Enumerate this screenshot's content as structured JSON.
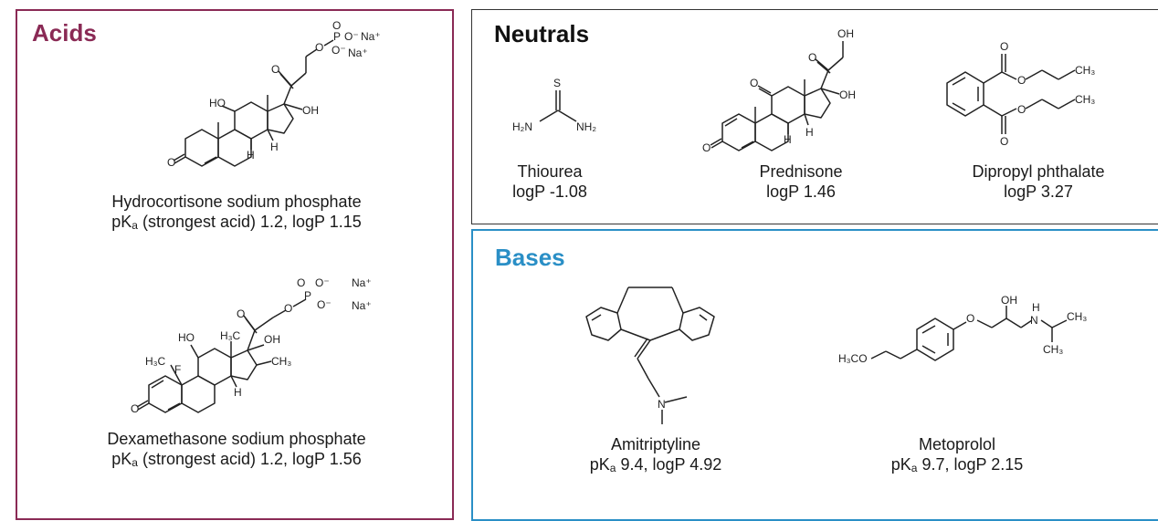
{
  "acids": {
    "title": "Acids",
    "color": "#8a2a55",
    "compounds": [
      {
        "name": "Hydrocortisone sodium phosphate",
        "pka_label": "pK",
        "pka_sub": "a",
        "pka_text": " (strongest acid) 1.2,  logP 1.15",
        "pka": 1.2,
        "logp": 1.15
      },
      {
        "name": "Dexamethasone sodium phosphate",
        "pka_label": "pK",
        "pka_sub": "a",
        "pka_text": " (strongest acid) 1.2,  logP 1.56",
        "pka": 1.2,
        "logp": 1.56
      }
    ]
  },
  "neutrals": {
    "title": "Neutrals",
    "color": "#111111",
    "compounds": [
      {
        "name": "Thiourea",
        "logp_text": "logP -1.08",
        "logp": -1.08
      },
      {
        "name": "Prednisone",
        "logp_text": "logP 1.46",
        "logp": 1.46
      },
      {
        "name": "Dipropyl phthalate",
        "logp_text": "logP 3.27",
        "logp": 3.27
      }
    ]
  },
  "bases": {
    "title": "Bases",
    "color": "#2a8fc6",
    "compounds": [
      {
        "name": "Amitriptyline",
        "pka_label": "pK",
        "pka_sub": "a",
        "pka_text": " 9.4, logP 4.92",
        "pka": 9.4,
        "logp": 4.92
      },
      {
        "name": "Metoprolol",
        "pka_label": "pK",
        "pka_sub": "a",
        "pka_text": " 9.7, logP 2.15",
        "pka": 9.7,
        "logp": 2.15
      }
    ]
  },
  "atom_labels": {
    "O": "O",
    "P": "P",
    "Na_plus": "Na⁺",
    "O_minus": "O⁻",
    "OH": "OH",
    "HO": "HO",
    "H": "H",
    "F": "F",
    "CH3": "CH₃",
    "H3C": "H₃C",
    "S": "S",
    "H2N": "H₂N",
    "NH2": "NH₂",
    "N": "N",
    "H3CO": "H₃CO",
    "NH": "N"
  }
}
